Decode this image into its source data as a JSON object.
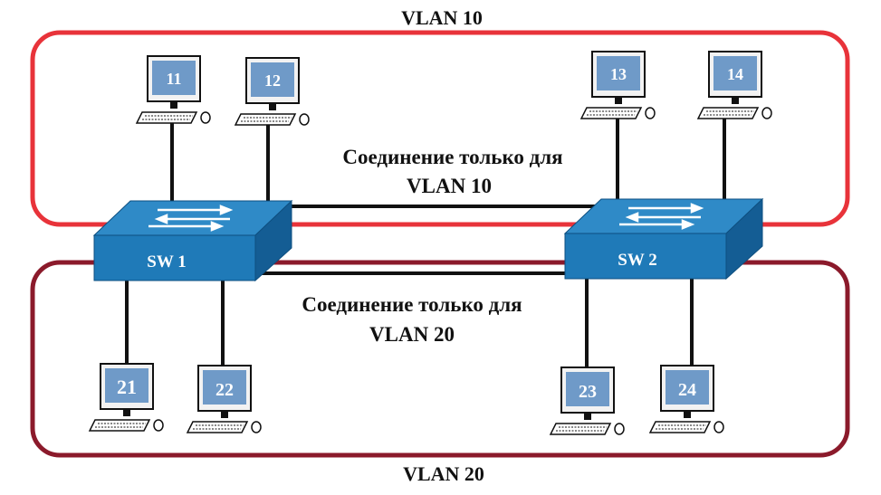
{
  "vlan10": {
    "title": "VLAN 10",
    "link_label_line1": "Соединение только для",
    "link_label_line2": "VLAN 10",
    "color": "#e8333a"
  },
  "vlan20": {
    "title": "VLAN 20",
    "link_label_line1": "Соединение только для",
    "link_label_line2": "VLAN 20",
    "color": "#8b1a2b"
  },
  "switches": {
    "sw1": "SW 1",
    "sw2": "SW 2",
    "color": "#1f7ab8"
  },
  "pcs": {
    "pc11": "11",
    "pc12": "12",
    "pc13": "13",
    "pc14": "14",
    "pc21": "21",
    "pc22": "22",
    "pc23": "23",
    "pc24": "24"
  },
  "screen_color": "#6f9ac8"
}
